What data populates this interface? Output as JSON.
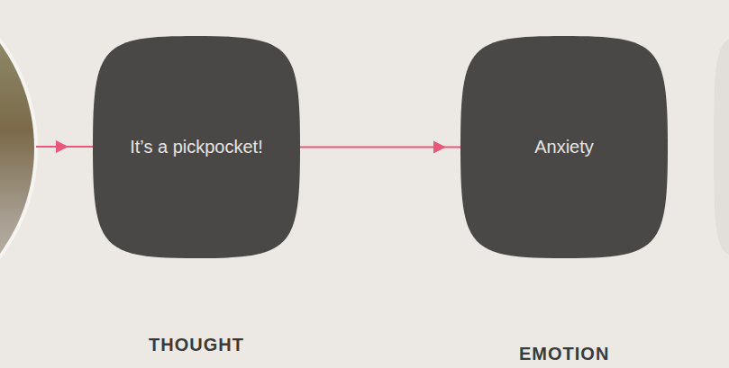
{
  "diagram": {
    "nodes": [
      {
        "text": [
          "It’s a pickpocket!"
        ]
      },
      {
        "text": [
          "Anxiety"
        ]
      }
    ],
    "edges": [
      {
        "from": 0,
        "to": 1,
        "arrow": "to"
      }
    ],
    "labels": [
      "THOUGHT",
      "EMOTION"
    ]
  }
}
